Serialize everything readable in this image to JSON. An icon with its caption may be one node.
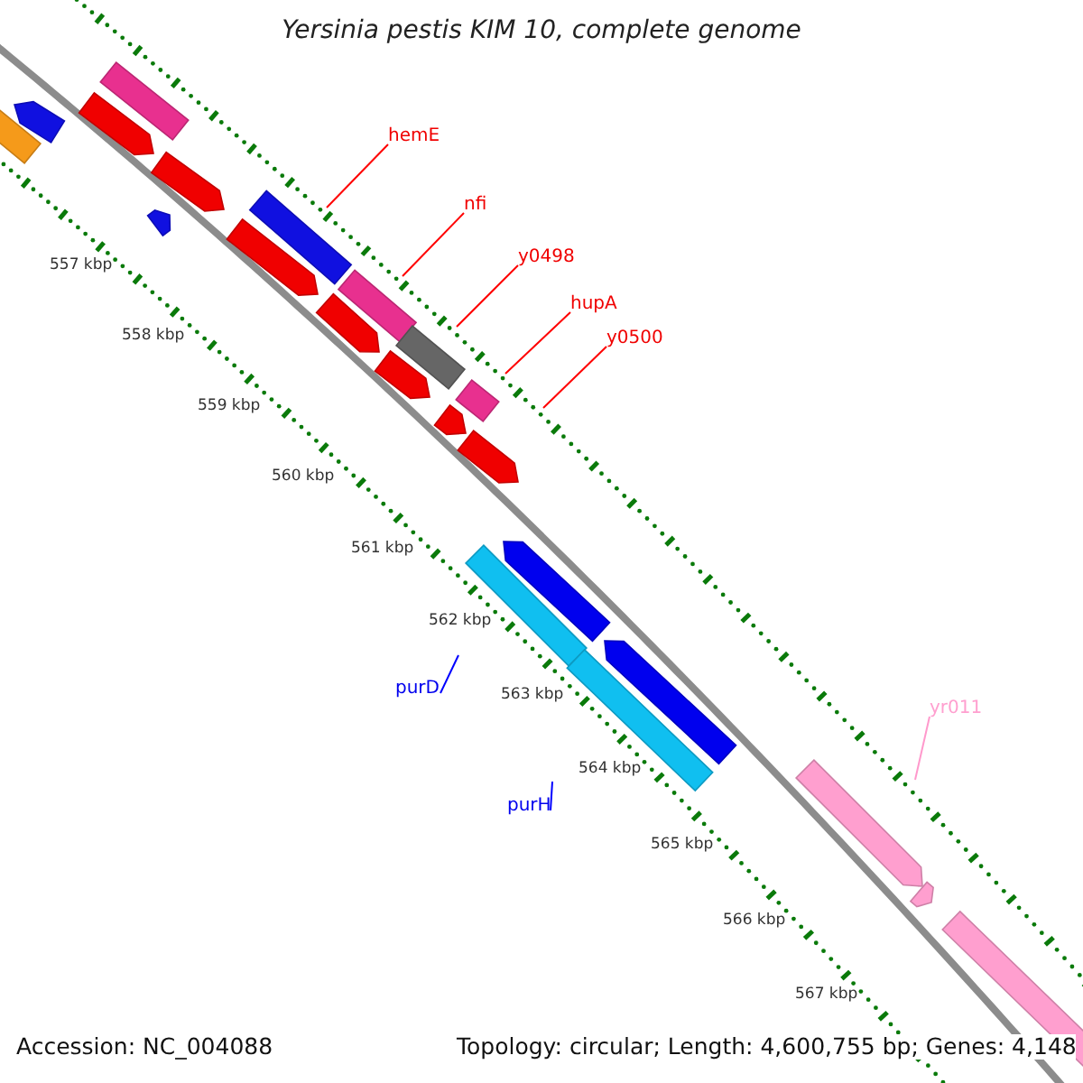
{
  "diagram": {
    "title": "Yersinia pestis KIM 10, complete genome",
    "nodes": [
      {
        "text": [
          "hemE"
        ]
      },
      {
        "text": [
          "nfi"
        ]
      },
      {
        "text": [
          "y0498"
        ]
      },
      {
        "text": [
          "hupA"
        ]
      },
      {
        "text": [
          "y0500"
        ]
      },
      {
        "text": [
          "purD"
        ]
      },
      {
        "text": [
          "purH"
        ]
      },
      {
        "text": [
          "yr011"
        ]
      }
    ],
    "edges": [
      {
        "from": 0,
        "to": null,
        "arrow": "none"
      },
      {
        "from": 1,
        "to": null,
        "arrow": "none"
      },
      {
        "from": 2,
        "to": null,
        "arrow": "none"
      },
      {
        "from": 3,
        "to": null,
        "arrow": "none"
      },
      {
        "from": 4,
        "to": null,
        "arrow": "none"
      },
      {
        "from": 5,
        "to": null,
        "arrow": "none",
        "color": "#0000ff"
      },
      {
        "from": 6,
        "to": null,
        "arrow": "none",
        "color": "#0000ff"
      },
      {
        "from": 7,
        "to": null,
        "arrow": "none",
        "color": "#ff99cc"
      }
    ],
    "labels": [
      "557 kbp",
      "558 kbp",
      "559 kbp",
      "560 kbp",
      "561 kbp",
      "562 kbp",
      "563 kbp",
      "564 kbp",
      "565 kbp",
      "566 kbp",
      "567 kbp",
      "Accession: NC_004088",
      "Topology: circular; Length: 4,600,755 bp; Genes: 4,148"
    ]
  }
}
